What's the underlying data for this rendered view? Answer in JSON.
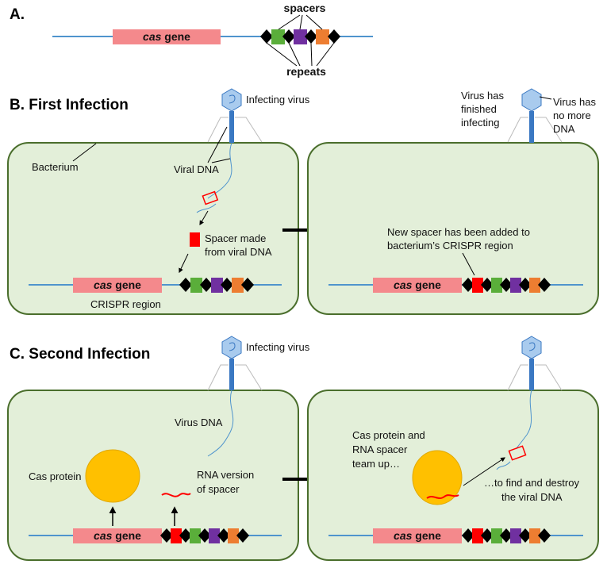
{
  "colors": {
    "cell_fill": "#e3efd9",
    "cell_stroke": "#4a6e2c",
    "dna_line": "#4f94cd",
    "cas_gene": "#f4898c",
    "spacer_green": "#5aae3a",
    "spacer_purple": "#7030a0",
    "spacer_orange": "#ed7d31",
    "spacer_red": "#ff0000",
    "repeat": "#000000",
    "cas_protein": "#ffc000",
    "virus_head": "#a9cbee",
    "virus_tail": "#3a78c2"
  },
  "panelA": {
    "label": "A.",
    "gene_italic": "cas",
    "gene_rest": " gene",
    "spacers_label": "spacers",
    "repeats_label": "repeats"
  },
  "panelB": {
    "label": "B. First Infection",
    "infecting_virus": "Infecting virus",
    "bacterium": "Bacterium",
    "viral_dna": "Viral DNA",
    "spacer_made_1": "Spacer made",
    "spacer_made_2": "from viral DNA",
    "crispr_region": "CRISPR region",
    "gene_italic": "cas",
    "gene_rest": " gene",
    "finished_1": "Virus has",
    "finished_2": "finished",
    "finished_3": "infecting",
    "nodna_1": "Virus has",
    "nodna_2": "no more",
    "nodna_3": "DNA",
    "new_spacer_1": "New spacer has been added to",
    "new_spacer_2": "bacterium’s CRISPR region"
  },
  "panelC": {
    "label": "C. Second Infection",
    "infecting_virus": "Infecting virus",
    "virus_dna": "Virus DNA",
    "cas_protein": "Cas protein",
    "rna_1": "RNA version",
    "rna_2": "of spacer",
    "gene_italic": "cas",
    "gene_rest": " gene",
    "team_1": "Cas protein and",
    "team_2": "RNA spacer",
    "team_3": "team up…",
    "destroy_1": "…to find and destroy",
    "destroy_2": "the viral DNA"
  }
}
